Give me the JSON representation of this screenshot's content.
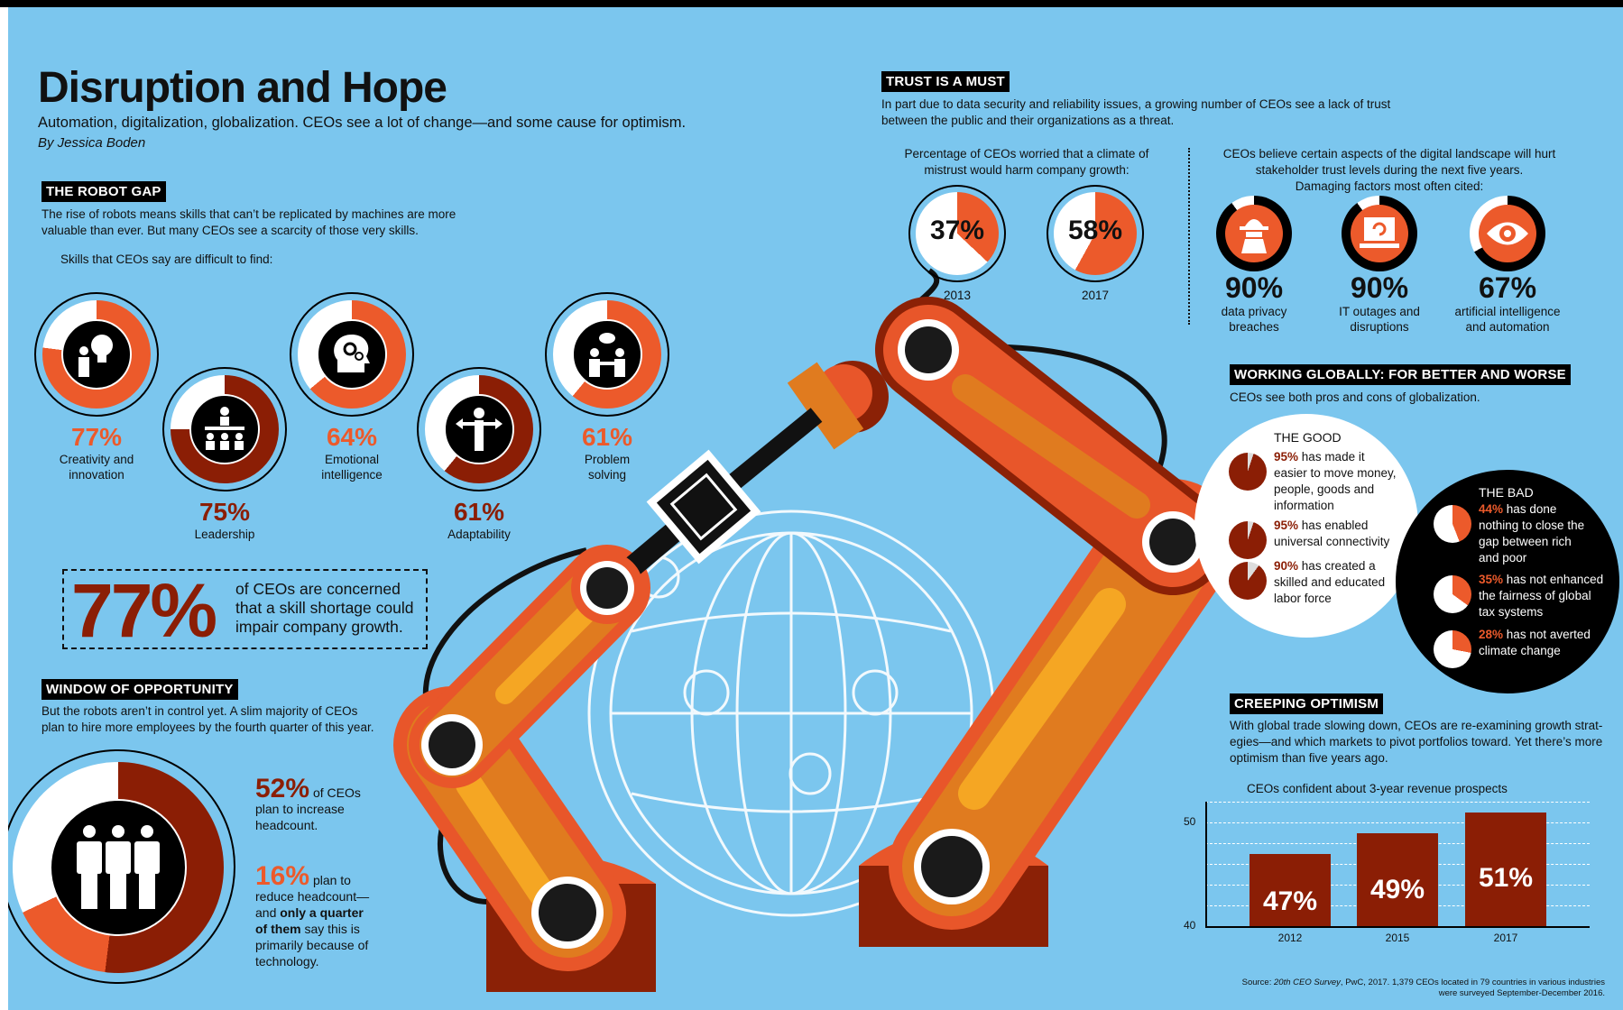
{
  "header": {
    "title": "Disruption and Hope",
    "subtitle": "Automation, digitalization, globalization. CEOs see a lot of change—and some cause for optimism.",
    "byline": "By Jessica Boden"
  },
  "robot_gap": {
    "tag": "THE ROBOT GAP",
    "text1": "The rise of robots means skills that can’t be replicated by machines are more",
    "text2": "valuable than ever. But many CEOs see a scarcity of those very skills.",
    "intro": "Skills that CEOs say are difficult to find:",
    "skills": [
      {
        "pct": "77%",
        "value": 77,
        "label1": "Creativity and",
        "label2": "innovation",
        "color": "#ec5a2b",
        "icon": "lightbulb-person-icon"
      },
      {
        "pct": "75%",
        "value": 75,
        "label1": "Leadership",
        "label2": "",
        "color": "#8b1e05",
        "icon": "presenter-group-icon"
      },
      {
        "pct": "64%",
        "value": 64,
        "label1": "Emotional",
        "label2": "intelligence",
        "color": "#ec5a2b",
        "icon": "head-gears-icon"
      },
      {
        "pct": "61%",
        "value": 61,
        "label1": "Adaptability",
        "label2": "",
        "color": "#8b1e05",
        "icon": "person-arrows-icon"
      },
      {
        "pct": "61%",
        "value": 61,
        "label1": "Problem",
        "label2": "solving",
        "color": "#ec5a2b",
        "icon": "people-speech-icon"
      }
    ],
    "callout": {
      "pct": "77%",
      "line1": "of CEOs are concerned",
      "line2": "that a skill shortage could",
      "line3": "impair company growth."
    }
  },
  "window": {
    "tag": "WINDOW OF OPPORTUNITY",
    "text1": "But the robots aren’t in control yet. A slim majority of CEOs",
    "text2": "plan to hire more employees by the fourth quarter of this year.",
    "increase": {
      "pct": "52%",
      "value": 52,
      "t1": "of CEOs",
      "t2": "plan to increase",
      "t3": "headcount."
    },
    "reduce": {
      "pct": "16%",
      "value": 16,
      "t1": "plan to",
      "t2": "reduce headcount—",
      "t3a": "and ",
      "t3b": "only a quarter",
      "t4a": "of them",
      "t4b": " say this is",
      "t5": "primarily because of",
      "t6": "technology."
    }
  },
  "trust": {
    "tag": "TRUST IS A MUST",
    "text1": "In part due to data security and reliability issues, a growing number of CEOs see a lack of trust",
    "text2": "between the public and their organizations as a threat.",
    "left_caption1": "Percentage of CEOs worried that a climate of",
    "left_caption2": "mistrust would harm company growth:",
    "years": [
      {
        "year": "2013",
        "pct": "37%",
        "value": 37
      },
      {
        "year": "2017",
        "pct": "58%",
        "value": 58
      }
    ],
    "right_caption1": "CEOs believe certain aspects of the digital landscape will hurt",
    "right_caption2": "stakeholder trust levels during the next five years.",
    "right_caption3": "Damaging factors most often cited:",
    "factors": [
      {
        "pct": "90%",
        "value": 90,
        "l1": "data privacy",
        "l2": "breaches",
        "icon": "hacker-icon"
      },
      {
        "pct": "90%",
        "value": 90,
        "l1": "IT outages and",
        "l2": "disruptions",
        "icon": "laptop-refresh-icon"
      },
      {
        "pct": "67%",
        "value": 67,
        "l1": "artificial intelligence",
        "l2": "and automation",
        "icon": "eye-icon"
      }
    ]
  },
  "global": {
    "tag": "WORKING GLOBALLY: FOR BETTER AND WORSE",
    "text": "CEOs see both pros and cons of globalization.",
    "good_title": "THE GOOD",
    "good": [
      {
        "pct": "95%",
        "value": 95,
        "lines": [
          "has made it",
          "easier to move money,",
          "people, goods and",
          "information"
        ]
      },
      {
        "pct": "95%",
        "value": 95,
        "lines": [
          "has enabled",
          "universal connectivity"
        ]
      },
      {
        "pct": "90%",
        "value": 90,
        "lines": [
          "has created a",
          "skilled and educated",
          "labor force"
        ]
      }
    ],
    "bad_title": "THE BAD",
    "bad": [
      {
        "pct": "44%",
        "value": 44,
        "lines": [
          "has done",
          "nothing to close the",
          "gap between rich",
          "and poor"
        ]
      },
      {
        "pct": "35%",
        "value": 35,
        "lines": [
          "has not enhanced",
          "the fairness of global",
          "tax systems"
        ]
      },
      {
        "pct": "28%",
        "value": 28,
        "lines": [
          "has not averted",
          "climate change"
        ]
      }
    ]
  },
  "optimism": {
    "tag": "CREEPING OPTIMISM",
    "text1": "With global trade slowing down, CEOs are re-examining growth strat-",
    "text2": "egies—and which markets to pivot portfolios toward. Yet there’s more",
    "text3": "optimism than five years ago."
  },
  "chart_data": {
    "type": "bar",
    "title": "CEOs confident about 3-year revenue prospects",
    "categories": [
      "2012",
      "2015",
      "2017"
    ],
    "values": [
      47,
      49,
      51
    ],
    "labels": [
      "47%",
      "49%",
      "51%"
    ],
    "yticks": [
      "50",
      "40"
    ],
    "ylim": [
      40,
      52
    ],
    "grid": true,
    "color": "#8b1e05"
  },
  "source": {
    "a": "Source: ",
    "b": "20th CEO Survey",
    "c": ", PwC, 2017. 1,379 CEOs located in 79 countries in various industries",
    "d": "were surveyed September-December 2016."
  },
  "colors": {
    "background": "#7bc6ee",
    "dark_red": "#8b1e05",
    "orange": "#ec5a2b",
    "black": "#000000"
  }
}
